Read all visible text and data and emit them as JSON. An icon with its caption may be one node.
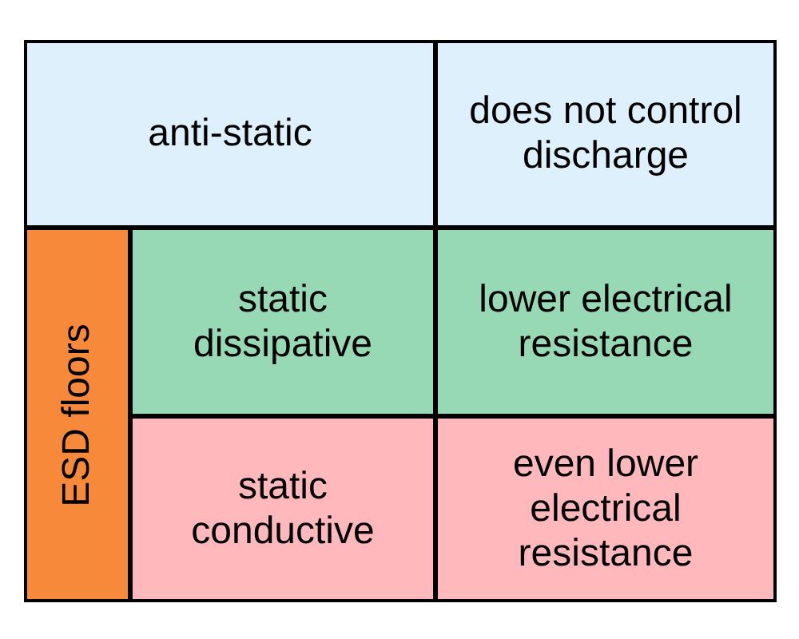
{
  "diagram": {
    "nodes": [
      {
        "text": [
          "anti-static"
        ]
      },
      {
        "text": [
          "does not control discharge"
        ]
      },
      {
        "text": [
          "ESD floors"
        ]
      },
      {
        "text": [
          "static dissipative"
        ]
      },
      {
        "text": [
          "lower electrical resistance"
        ]
      },
      {
        "text": [
          "static conductive"
        ]
      },
      {
        "text": [
          "even lower electrical resistance"
        ]
      }
    ]
  }
}
